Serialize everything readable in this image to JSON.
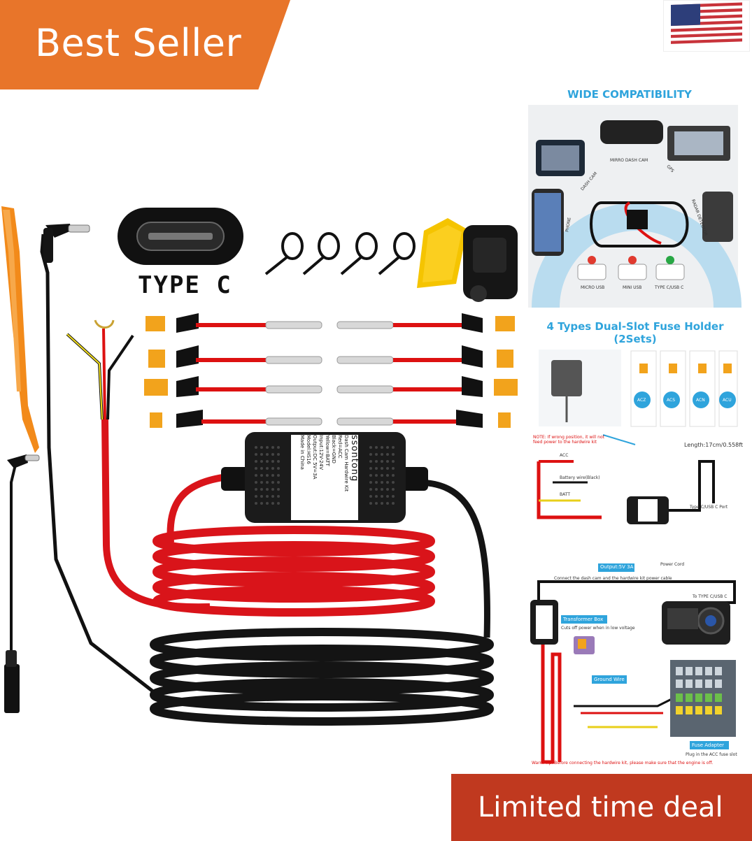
{
  "badges": {
    "best_seller": "Best Seller",
    "limited_deal": "Limited time deal"
  },
  "product": {
    "type_c_label": "TYPE C",
    "box_label": {
      "brand": "ssontong",
      "line1": "Dash Cam Hardwire Kit",
      "line2": "Red=ACC",
      "line3": "Black=GND",
      "line4": "Yellow=BATT",
      "line5": "Input:12V-24V",
      "line6": "Output:DC 5V=3A",
      "line7": "Model:HS16",
      "line8": "Made in China"
    }
  },
  "panels": {
    "compat": {
      "title": "WIDE COMPATIBILITY",
      "labels": [
        "DASH CAM",
        "MIRRO DASH CAM",
        "GPS",
        "PHONE",
        "RADAR DETECTOR"
      ],
      "ports": [
        "MICRO USB",
        "MINI USB",
        "TYPE C/USB C"
      ]
    },
    "fuse": {
      "title_line1": "4 Types Dual-Slot Fuse Holder",
      "title_line2": "(2Sets)",
      "types": [
        "ACZ",
        "ACS",
        "ACN",
        "ACU"
      ],
      "length": "Length:17cm/0.558ft",
      "port_label": "Type C/USB C Port",
      "note": "NOTE: If wrong position, it will not feed power to the hardwire kit",
      "wire_labels": [
        "ACC",
        "Battery wire(Black)",
        "BATT"
      ]
    },
    "install": {
      "output": "Output:5V 3A",
      "power_cord": "Power Cord",
      "connect": "Connect the dash cam and the hardwire kit power cable",
      "to_type_c": "To TYPE C/USB C",
      "transformer": "Transformer Box",
      "transformer_sub": "Cuts off power when in low voltage",
      "ground": "Ground Wire",
      "fuse_adapter": "Fuse Adapter",
      "fuse_adapter_sub": "Plug in the ACC fuse slot",
      "warm_tip": "Warm Tip: Before connecting the hardwire kit, please make sure that the engine is off."
    }
  }
}
